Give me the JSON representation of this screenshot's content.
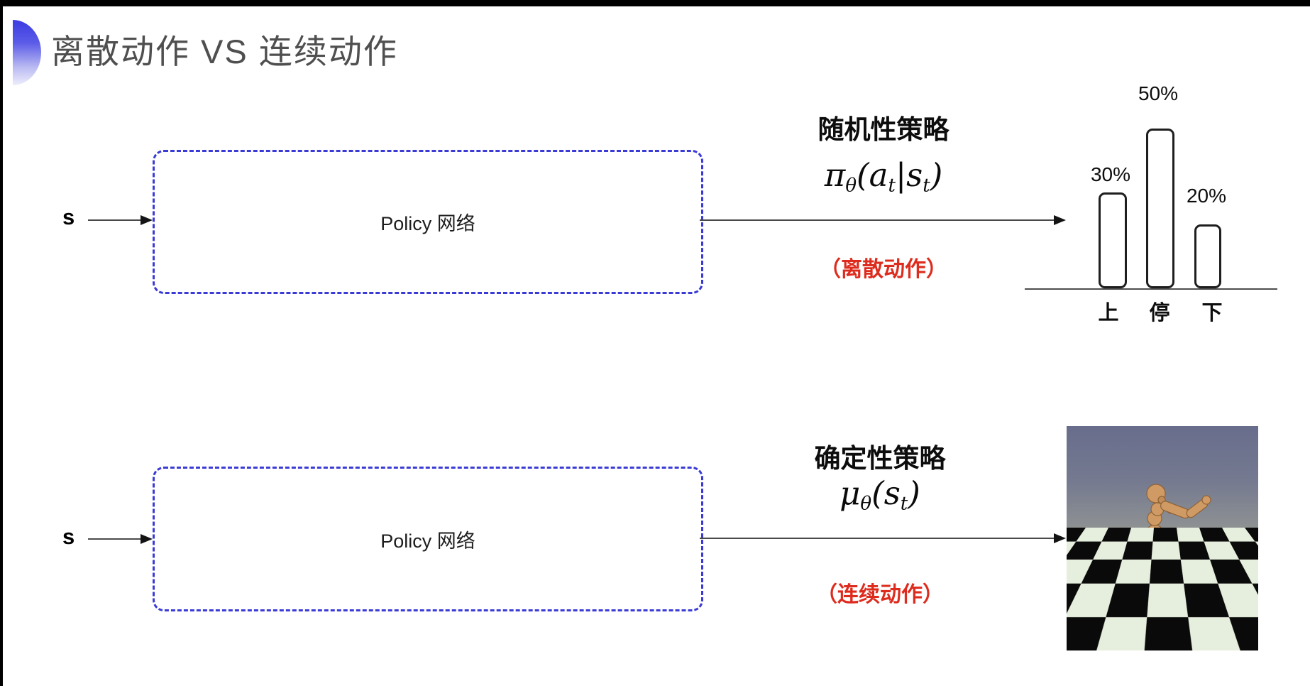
{
  "slide": {
    "title": "离散动作 VS 连续动作",
    "accent_color": "#3c3ce2",
    "box_border_color": "#3a3ad6",
    "note_color": "#dd2c1e"
  },
  "top_flow": {
    "input_label": "s",
    "box_label": "Policy 网络",
    "policy_name": "随机性策略",
    "formula": {
      "pi": "π",
      "theta": "θ",
      "lp": "(",
      "a": "a",
      "t1": "t",
      "bar": "|",
      "s": "s",
      "t2": "t",
      "rp": ")"
    },
    "action_note": "（离散动作）"
  },
  "bottom_flow": {
    "input_label": "s",
    "box_label": "Policy 网络",
    "policy_name": "确定性策略",
    "formula": {
      "mu": "μ",
      "theta": "θ",
      "lp": "(",
      "s": "s",
      "t": "t",
      "rp": ")"
    },
    "action_note": "（连续动作）"
  },
  "chart_data": {
    "type": "bar",
    "categories": [
      "上",
      "停",
      "下"
    ],
    "values": [
      30,
      50,
      20
    ],
    "value_labels": [
      "30%",
      "50%",
      "20%"
    ],
    "title": "",
    "xlabel": "",
    "ylabel": "",
    "ylim": [
      0,
      55
    ],
    "grid": false,
    "legend": false,
    "bar_style": "white fill, black rounded outline"
  }
}
